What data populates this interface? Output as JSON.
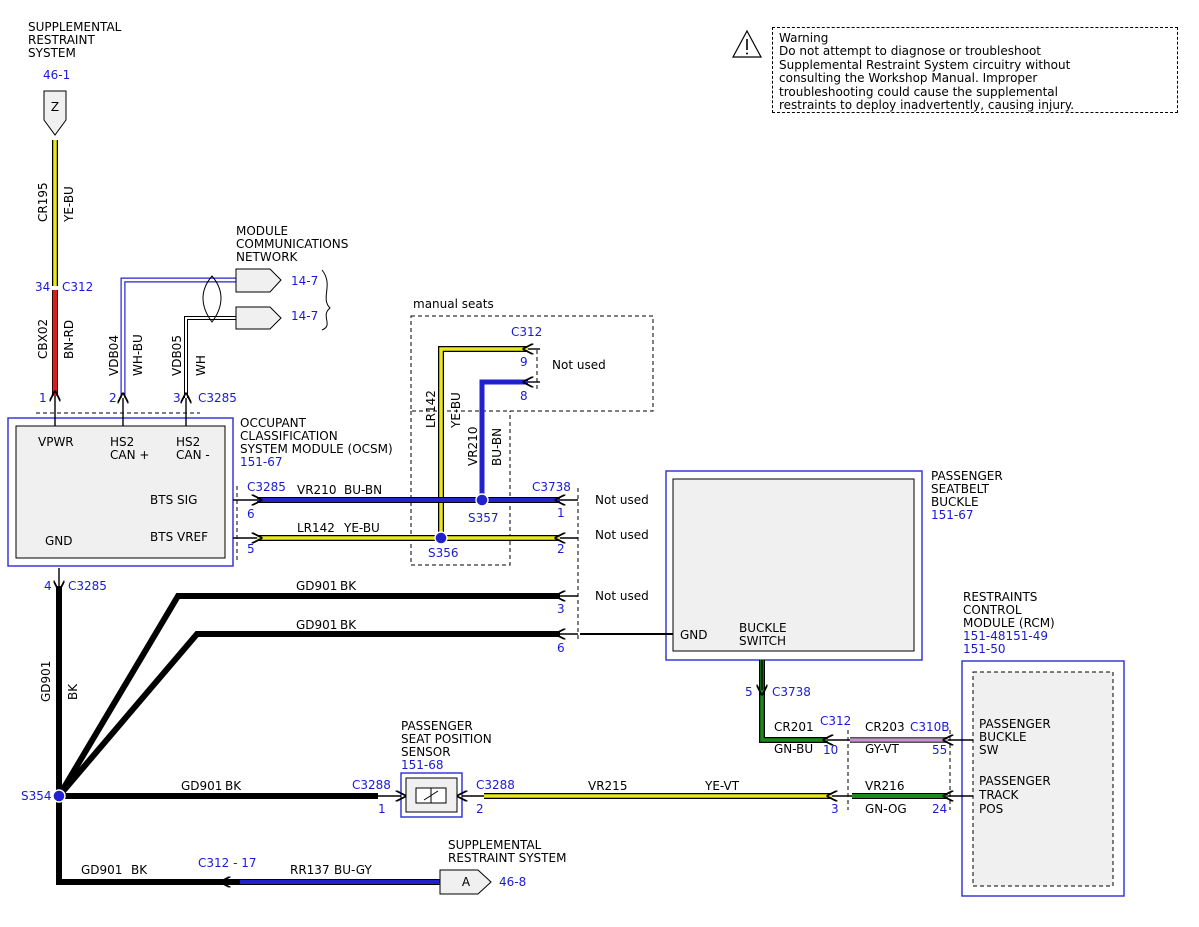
{
  "colors": {
    "black_wire": "#000000",
    "red_wire": "#d62020",
    "blue_wire": "#2222cc",
    "yellow_wire": "#e8e820",
    "green_wire": "#1a8a1a",
    "module_border": "#2a2ad6",
    "ref_text": "#1a1ad6"
  },
  "warning": {
    "title": "Warning",
    "text": "Do not attempt to diagnose or troubleshoot\nSupplemental Restraint System circuitry without\nconsulting the Workshop Manual. Improper\ntroubleshooting could cause the supplemental\nrestraints to deploy inadvertently, causing injury."
  },
  "srs_top": {
    "line1": "SUPPLEMENTAL",
    "line2": "RESTRAINT",
    "line3": "SYSTEM",
    "ref": "46-1",
    "connector": "Z"
  },
  "mcn": {
    "line1": "MODULE",
    "line2": "COMMUNICATIONS",
    "line3": "NETWORK",
    "ref1": "14-7",
    "ref2": "14-7"
  },
  "manual_seats": "manual seats",
  "ocsm": {
    "line1": "OCCUPANT",
    "line2": "CLASSIFICATION",
    "line3": "SYSTEM MODULE (OCSM)",
    "ref": "151-67",
    "pin_vpwr": "VPWR",
    "pin_hs2p_1": "HS2",
    "pin_hs2p_2": "CAN +",
    "pin_hs2m_1": "HS2",
    "pin_hs2m_2": "CAN -",
    "pin_bts_sig": "BTS SIG",
    "pin_bts_vref": "BTS VREF",
    "pin_gnd": "GND"
  },
  "buckle": {
    "line1": "PASSENGER",
    "line2": "SEATBELT",
    "line3": "BUCKLE",
    "ref": "151-67",
    "gnd": "GND",
    "sw1": "BUCKLE",
    "sw2": "SWITCH"
  },
  "rcm": {
    "line1": "RESTRAINTS",
    "line2": "CONTROL",
    "line3": "MODULE (RCM)",
    "ref1": "151-48151-49",
    "ref2": "151-50",
    "pin1a": "PASSENGER",
    "pin1b": "BUCKLE",
    "pin1c": "SW",
    "pin2a": "PASSENGER",
    "pin2b": "TRACK",
    "pin2c": "POS"
  },
  "pss": {
    "line1": "PASSENGER",
    "line2": "SEAT POSITION",
    "line3": "SENSOR",
    "ref": "151-68"
  },
  "srs_bottom": {
    "line1": "SUPPLEMENTAL",
    "line2": "RESTRAINT SYSTEM",
    "ref": "46-8",
    "connector": "A"
  },
  "wires": {
    "cr195": "CR195",
    "ye_bu": "YE-BU",
    "cbx02": "CBX02",
    "bn_rd": "BN-RD",
    "vdb04": "VDB04",
    "wh_bu": "WH-BU",
    "vdb05": "VDB05",
    "wh": "WH",
    "lr142_v": "LR142",
    "ye_bu_v": "YE-BU",
    "vr210_v": "VR210",
    "bu_bn_v": "BU-BN",
    "vr210_h": "VR210",
    "bu_bn_h": "BU-BN",
    "lr142_h": "LR142",
    "ye_bu_h": "YE-BU",
    "gd901_1": "GD901",
    "bk_1": "BK",
    "gd901_2": "GD901",
    "bk_2": "BK",
    "gd901_v": "GD901",
    "bk_v": "BK",
    "gd901_3": "GD901",
    "bk_3": "BK",
    "gd901_4": "GD901",
    "bk_4": "BK",
    "rr137": "RR137",
    "bu_gy": "BU-GY",
    "vr215": "VR215",
    "ye_vt": "YE-VT",
    "cr201": "CR201",
    "gn_bu": "GN-BU",
    "cr203": "CR203",
    "gy_vt": "GY-VT",
    "vr216": "VR216",
    "gn_og": "GN-OG"
  },
  "connectors": {
    "c312_top": "C312",
    "c312_top_pin": "34",
    "ocsm_pin1": "1",
    "ocsm_pin2": "2",
    "ocsm_pin3": "3",
    "c3285_top": "C3285",
    "c312_ms": "C312",
    "ms_pin9": "9",
    "ms_pin8": "8",
    "c3285_sig": "C3285",
    "pin6_left": "6",
    "pin5_left": "5",
    "c3738_r": "C3738",
    "pin1_r": "1",
    "pin2_r": "2",
    "pin3_r": "3",
    "pin6_r": "6",
    "s357": "S357",
    "s356": "S356",
    "s354": "S354",
    "pin4_gnd": "4",
    "c3285_gnd": "C3285",
    "c3738_b": "C3738",
    "pin5_b": "5",
    "c312_rcm": "C312",
    "pin10": "10",
    "c310b": "C310B",
    "pin55": "55",
    "c3288_l": "C3288",
    "pin1_pss": "1",
    "c3288_r": "C3288",
    "pin2_pss": "2",
    "pin3_vr215": "3",
    "pin24": "24",
    "c312_bottom": "C312 - 17"
  },
  "not_used": {
    "n1": "Not used",
    "n2": "Not used",
    "n3": "Not used",
    "n4": "Not used"
  }
}
